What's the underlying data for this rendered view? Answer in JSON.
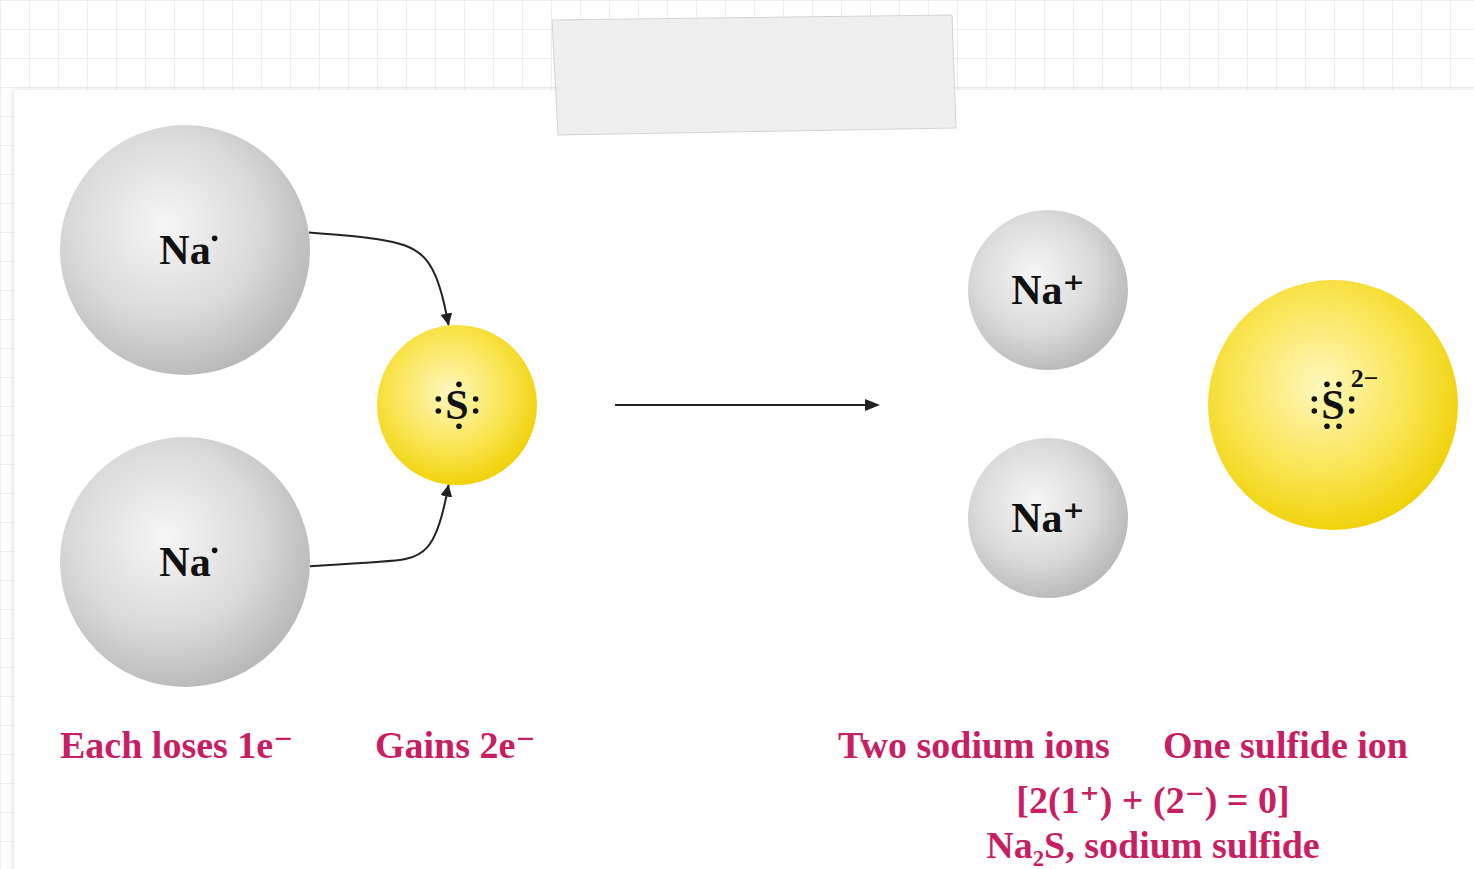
{
  "diagram": {
    "nodes": [
      {
        "text": [
          "Na"
        ]
      },
      {
        "text": [
          "Na"
        ]
      },
      {
        "text": [
          "S"
        ]
      },
      {
        "text": [
          "Na⁺"
        ]
      },
      {
        "text": [
          "Na⁺"
        ]
      },
      {
        "text": [
          "S",
          "2−"
        ]
      }
    ],
    "edges": [
      {
        "from": 0,
        "to": 2,
        "arrow": "to"
      },
      {
        "from": 1,
        "to": 2,
        "arrow": "to"
      }
    ],
    "labels": [
      "Each loses 1e⁻",
      "Gains 2e⁻",
      "Two sodium ions",
      "One sulfide ion",
      "[2(1⁺) + (2⁻) = 0]",
      "Na₂S, sodium sulfide"
    ]
  }
}
